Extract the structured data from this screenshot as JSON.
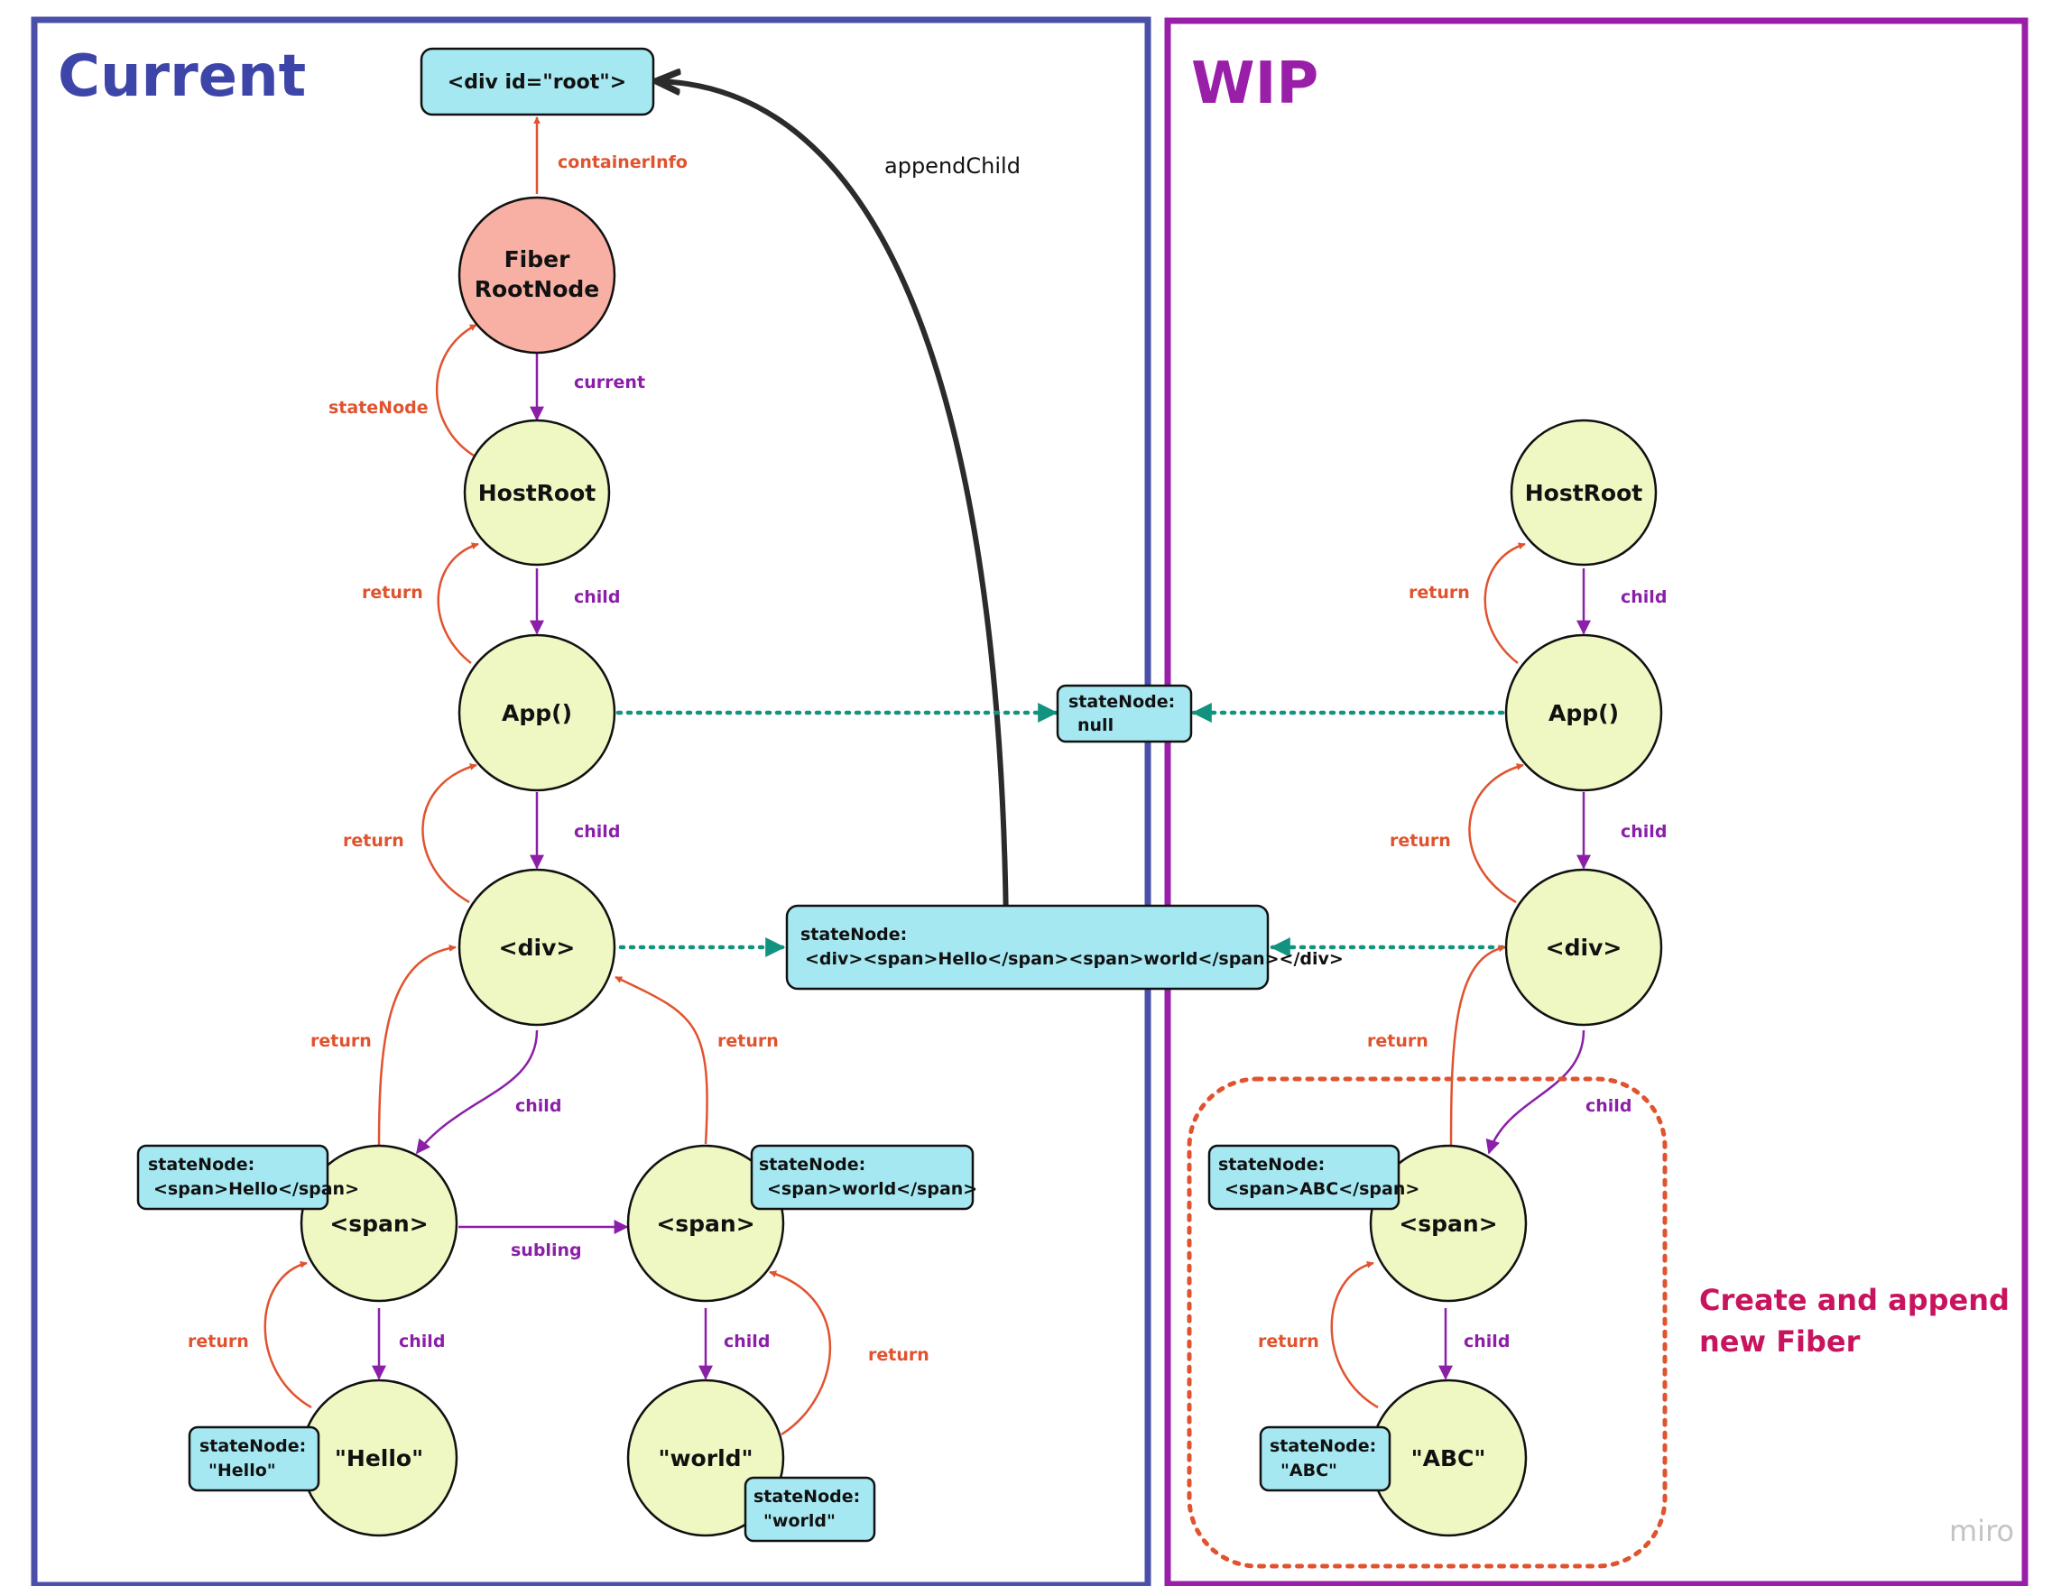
{
  "panels": {
    "current_title": "Current",
    "wip_title": "WIP"
  },
  "colors": {
    "current_frame": "#4a4fa8",
    "wip_frame": "#9a1fa8",
    "fiber_node": "#eff7c2",
    "fiber_root": "#f7b0a3",
    "state_box": "#a5e8f1",
    "return_edge": "#e0532f",
    "child_edge": "#8b1fa8",
    "link_edge": "#12937f",
    "annotation": "#c8145e"
  },
  "nodes": {
    "root_div": "<div id=\"root\">",
    "fiber_root_line1": "Fiber",
    "fiber_root_line2": "RootNode",
    "host_root": "HostRoot",
    "app": "App()",
    "div": "<div>",
    "span": "<span>",
    "hello": "\"Hello\"",
    "world": "\"world\"",
    "abc": "\"ABC\""
  },
  "edges": {
    "container_info": "containerInfo",
    "current": "current",
    "state_node": "stateNode",
    "return": "return",
    "child": "child",
    "subling": "subling",
    "append_child": "appendChild"
  },
  "state_boxes": {
    "label": "stateNode:",
    "app_value": "null",
    "div_value": "<div><span>Hello</span><span>world</span></div>",
    "span_hello_value": "<span>Hello</span>",
    "span_world_value": "<span>world</span>",
    "hello_value": "\"Hello\"",
    "world_value": "\"world\"",
    "span_abc_value": "<span>ABC</span>",
    "abc_value": "\"ABC\""
  },
  "annotation": {
    "line1": "Create and append",
    "line2": "new Fiber"
  },
  "watermark": "miro"
}
